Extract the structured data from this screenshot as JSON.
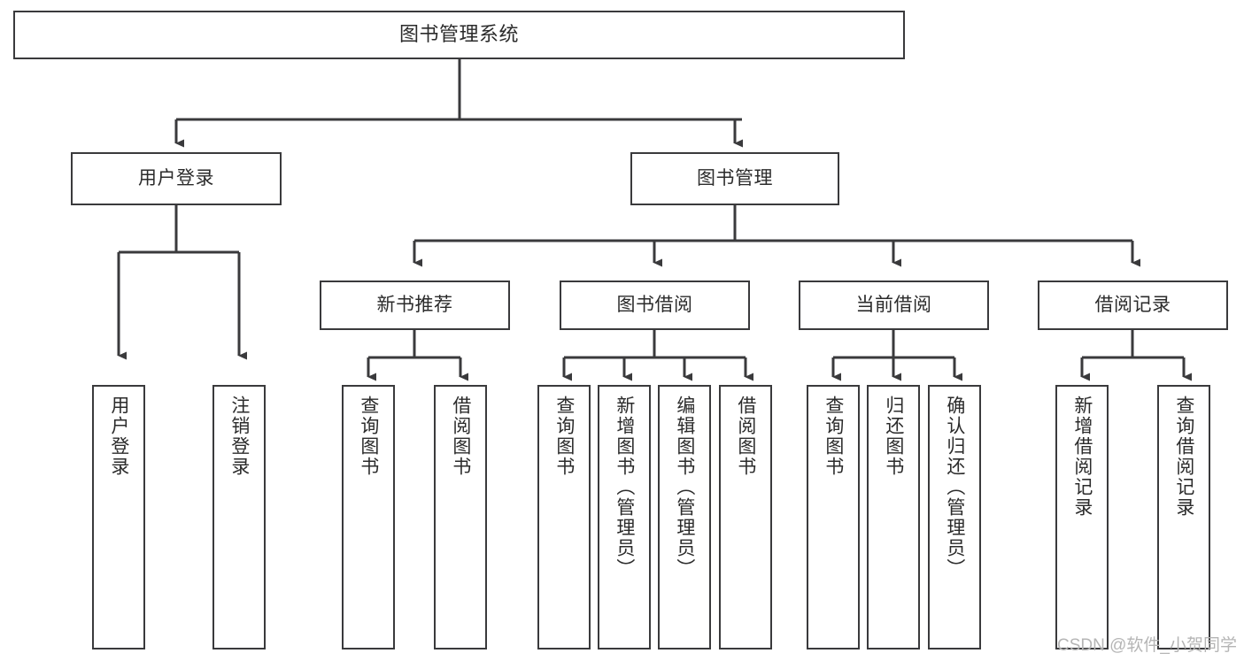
{
  "diagram": {
    "title": "图书管理系统",
    "type": "tree-hierarchy",
    "stroke_color": "#3a3a3c",
    "background_color": "#ffffff",
    "text_color": "#2b2b2b"
  },
  "nodes": {
    "root": {
      "label": "图书管理系统"
    },
    "level2": [
      {
        "label": "用户登录"
      },
      {
        "label": "图书管理"
      }
    ],
    "level3": [
      {
        "label": "新书推荐"
      },
      {
        "label": "图书借阅"
      },
      {
        "label": "当前借阅"
      },
      {
        "label": "借阅记录"
      }
    ],
    "leaves": {
      "user_login": [
        {
          "label": "用户登录"
        },
        {
          "label": "注销登录"
        }
      ],
      "new_book_recommend": [
        {
          "label": "查询图书"
        },
        {
          "label": "借阅图书"
        }
      ],
      "book_borrow": [
        {
          "label": "查询图书"
        },
        {
          "label": "新增图书（管理员）"
        },
        {
          "label": "编辑图书（管理员）"
        },
        {
          "label": "借阅图书"
        }
      ],
      "current_borrow": [
        {
          "label": "查询图书"
        },
        {
          "label": "归还图书"
        },
        {
          "label": "确认归还（管理员）"
        }
      ],
      "borrow_record": [
        {
          "label": "新增借阅记录"
        },
        {
          "label": "查询借阅记录"
        }
      ]
    }
  },
  "watermark": {
    "text": "CSDN @软件_小贺同学"
  }
}
